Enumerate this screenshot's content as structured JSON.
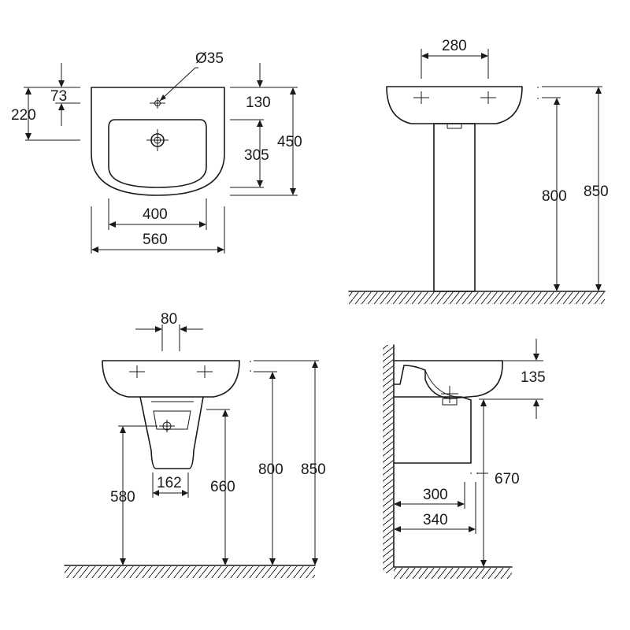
{
  "colors": {
    "line": "#1a1a1a",
    "background": "#ffffff"
  },
  "views": {
    "top": {
      "dims": {
        "hole_diameter": "Ø35",
        "tap_offset": "73",
        "overall_depth_left": "220",
        "rim_depth": "130",
        "bowl_depth": "305",
        "overall_depth": "450",
        "bowl_width": "400",
        "overall_width": "560"
      }
    },
    "pedestal_front": {
      "dims": {
        "tap_spacing": "280",
        "rim_height": "800",
        "overall_height": "850"
      }
    },
    "semi_pedestal_front": {
      "dims": {
        "tap_spacing": "80",
        "waste_height": "580",
        "trap_width": "162",
        "trap_bottom_height": "660",
        "rim_height": "800",
        "overall_height": "850"
      }
    },
    "side": {
      "dims": {
        "rim_depth": "135",
        "fixing_height": "670",
        "trap_depth": "300",
        "overall_depth": "340"
      }
    }
  }
}
